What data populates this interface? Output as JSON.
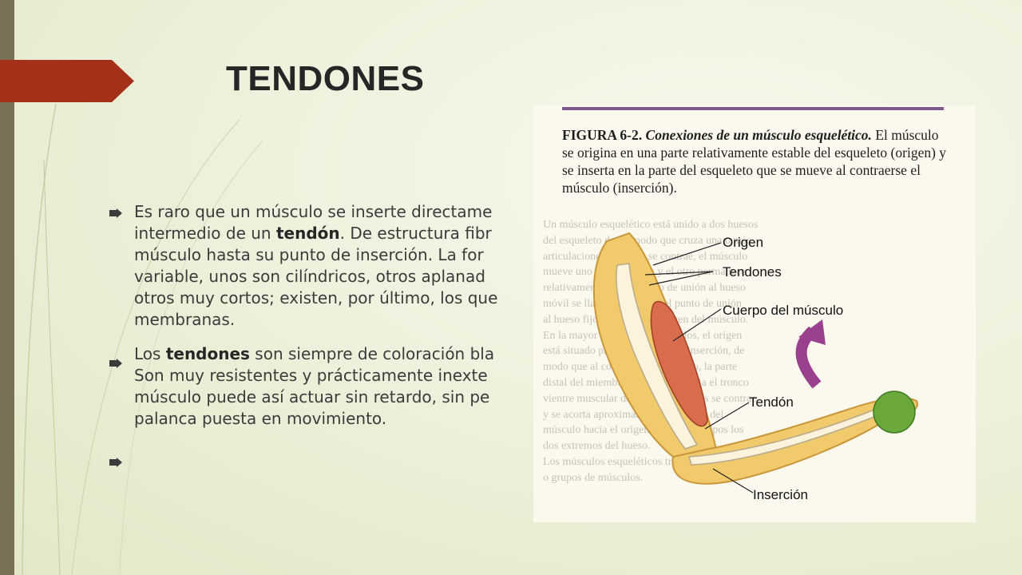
{
  "slide": {
    "title": "TENDONES",
    "bullets": {
      "b1_lines": [
        "Es raro que un músculo se inserte directame",
        "intermedio de un ",
        "tendón",
        ". De estructura fibr",
        "músculo hasta su punto de inserción. La for",
        "variable, unos son cilíndricos, otros aplanad",
        "otros muy cortos; existen, por último, los que",
        "membranas."
      ],
      "b2_lines": [
        "Los ",
        "tendones",
        " son siempre de coloración bla",
        "Son muy resistentes y prácticamente inexte",
        "músculo puede así actuar sin retardo, sin pe",
        "palanca puesta en movimiento."
      ]
    }
  },
  "figure": {
    "caption_label": "FIGURA 6-2.",
    "caption_title": "Conexiones de un músculo esquelético.",
    "caption_rest": " El músculo se origina en una parte relativamente estable del esqueleto (origen) y se inserta en la parte del esqueleto que se mueve al contraerse el músculo (inserción).",
    "labels": {
      "origen": "Origen",
      "tendones": "Tendones",
      "cuerpo": "Cuerpo del músculo",
      "tendon": "Tendón",
      "insercion": "Inserción"
    },
    "faded_text_lines": [
      "Un músculo esquelético está unido a dos huesos",
      "del esqueleto de tal modo que cruza una o más",
      "articulaciones. Cuando se contrae, el músculo",
      "mueve uno de los huesos y el otro permanece",
      "relativamente fijo; el punto de unión al hueso",
      "móvil se llama inserción y el punto de unión",
      "al hueso fijo se denomina origen del músculo.",
      "En la mayor parte de los músculos, el origen",
      "está situado proximalmente a la inserción, de",
      "modo que al contraerse el músculo, la parte",
      "distal del miembro se desplaza hacia el tronco",
      "vientre muscular de las extremidades se contrae",
      "y se acorta aproximando la inserción del",
      "músculo hacia el origen de ambos grupos los",
      "dos extremos del hueso.",
      "Los músculos esqueléticos trabajan en parejas",
      "o grupos de músculos."
    ],
    "colors": {
      "muscle": "#d86c4c",
      "skin": "#f0c86a",
      "arrow": "#9b3f8f",
      "ball": "#6aa83a"
    }
  },
  "theme": {
    "accent_tab": "#a4301a",
    "left_bar": "#7a7156"
  }
}
